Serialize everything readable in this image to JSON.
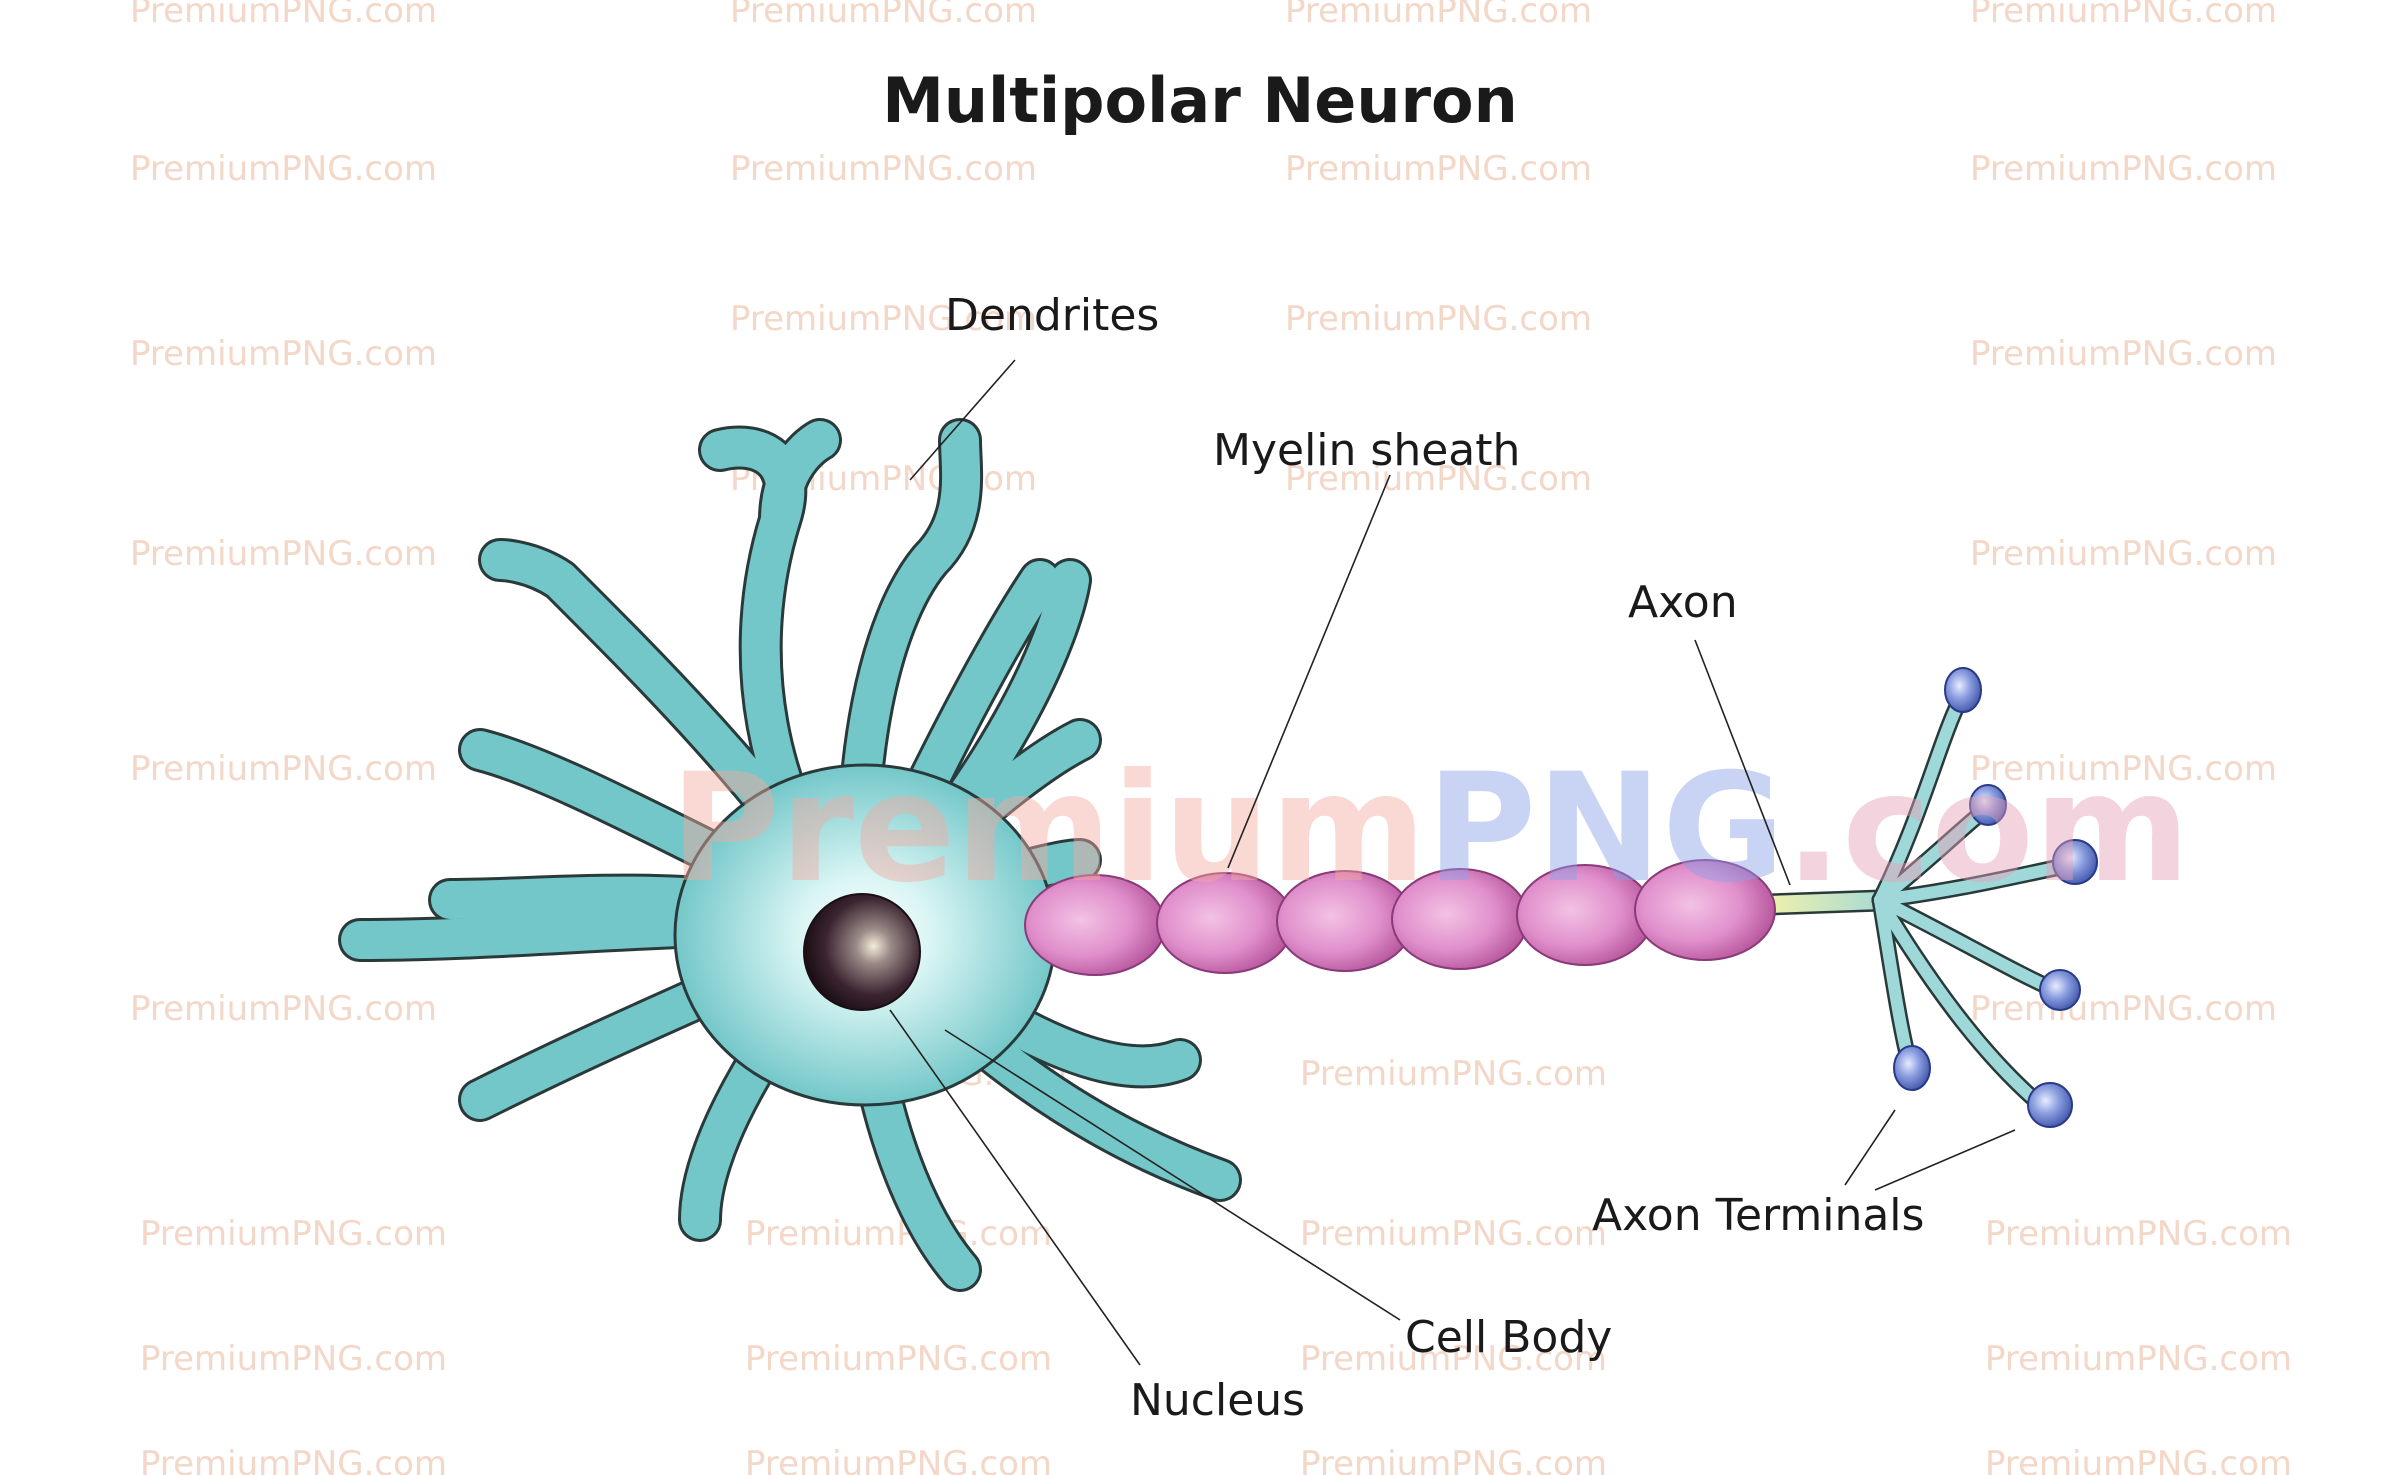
{
  "title": "Multipolar Neuron",
  "labels": {
    "dendrites": "Dendrites",
    "myelin_sheath": "Myelin sheath",
    "axon": "Axon",
    "axon_terminals": "Axon Terminals",
    "cell_body": "Cell Body",
    "nucleus": "Nucleus"
  },
  "watermark": {
    "small": "PremiumPNG.com",
    "big_part1": "Premium",
    "big_part2": "PNG",
    "big_part3": ".com"
  },
  "colors": {
    "dendrite_fill": "#74c7c9",
    "dendrite_outline": "#2a3a3a",
    "cell_body_glow": "#d9f5f4",
    "myelin": "#d97fc0",
    "myelin_light": "#f3c2e4",
    "nucleus": "#2a1a22",
    "terminal_bulb": "#6f86d6"
  }
}
